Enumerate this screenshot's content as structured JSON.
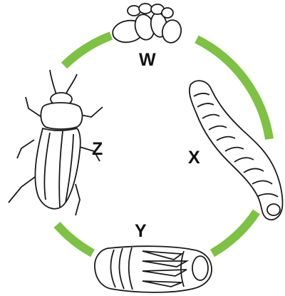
{
  "diagram": {
    "type": "life-cycle",
    "arrow_color": "#7dc242",
    "outline_color": "#1a1a1a",
    "stages": [
      {
        "id": "W",
        "label": "W",
        "icon": "eggs-icon"
      },
      {
        "id": "X",
        "label": "X",
        "icon": "larva-icon"
      },
      {
        "id": "Y",
        "label": "Y",
        "icon": "pupa-icon"
      },
      {
        "id": "Z",
        "label": "Z",
        "icon": "beetle-icon"
      }
    ]
  }
}
